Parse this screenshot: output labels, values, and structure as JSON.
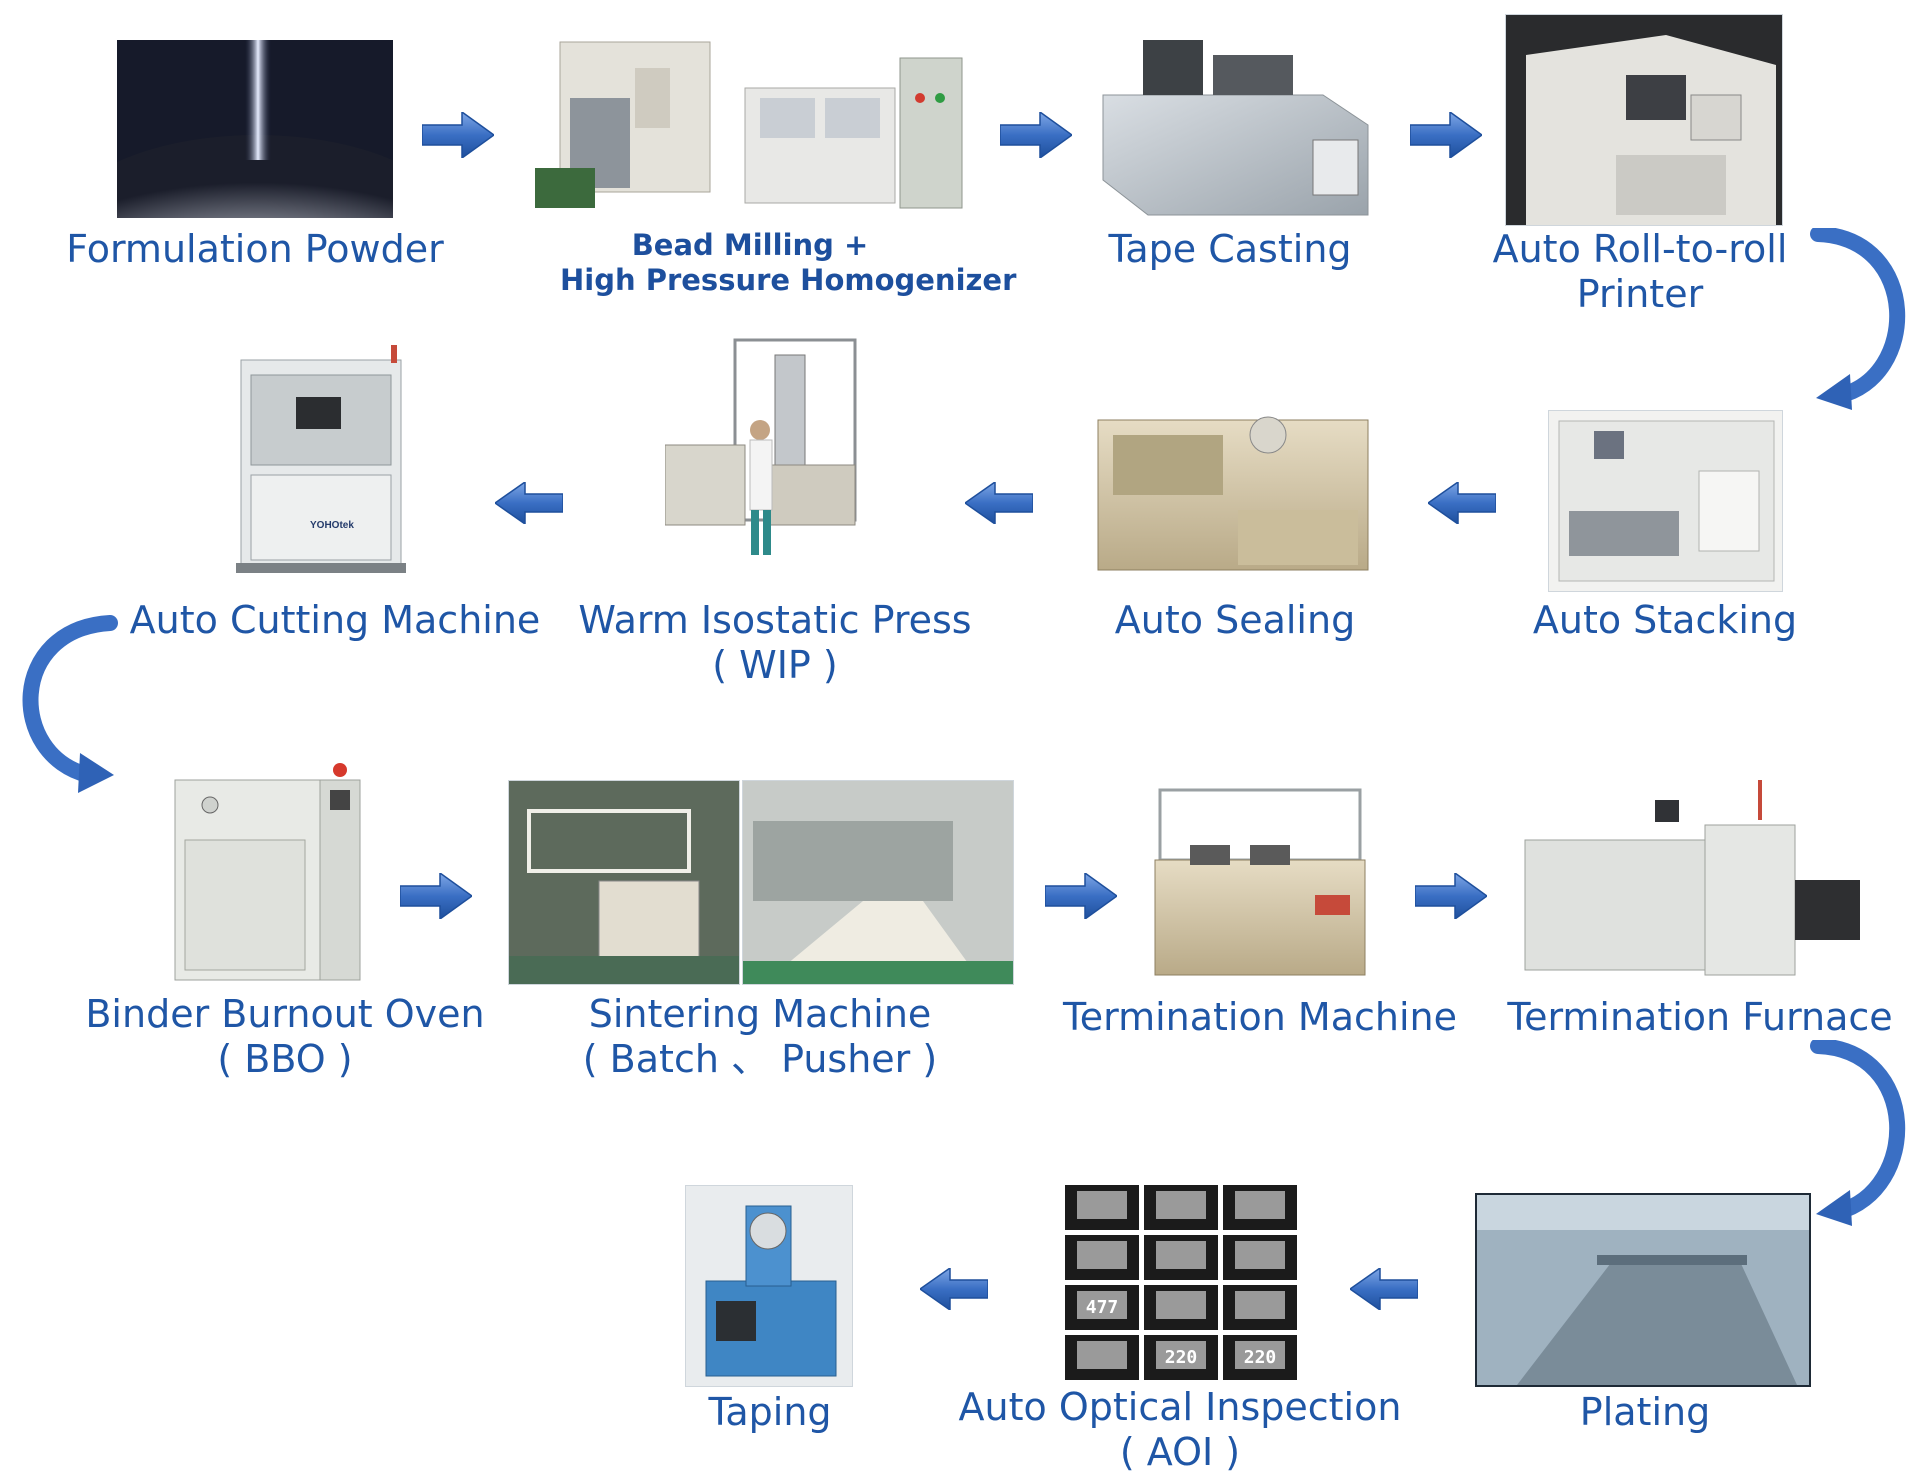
{
  "steps": {
    "formulation_powder": {
      "label": "Formulation Powder"
    },
    "bead_milling": {
      "label_line1": "Bead Milling +",
      "label_line2": "High Pressure Homogenizer"
    },
    "tape_casting": {
      "label": "Tape Casting"
    },
    "roll_printer": {
      "label_line1": "Auto Roll-to-roll",
      "label_line2": "Printer"
    },
    "auto_stacking": {
      "label": "Auto Stacking"
    },
    "auto_sealing": {
      "label": "Auto Sealing"
    },
    "wip": {
      "label_line1": "Warm Isostatic Press",
      "label_line2": "( WIP )"
    },
    "auto_cutting": {
      "label": "Auto Cutting Machine",
      "machine_brand": "YOHOtek"
    },
    "bbo": {
      "label_line1": "Binder Burnout Oven",
      "label_line2": "( BBO )"
    },
    "sintering": {
      "label_line1": "Sintering Machine",
      "label_line2": "( Batch  、 Pusher )"
    },
    "termination_machine": {
      "label": "Termination Machine"
    },
    "termination_furnace": {
      "label": "Termination Furnace"
    },
    "plating": {
      "label": "Plating"
    },
    "aoi": {
      "label_line1": "Auto Optical Inspection",
      "label_line2": "( AOI )",
      "tile_readouts": [
        "477",
        "220",
        "220"
      ]
    },
    "taping": {
      "label": "Taping"
    }
  },
  "colors": {
    "label_blue": "#1f56a6",
    "arrow_blue": "#3a6fc4",
    "arrow_dark": "#1e4f9c"
  },
  "icons": {
    "arrow": "arrow-icon",
    "curve": "curved-arrow-icon"
  }
}
